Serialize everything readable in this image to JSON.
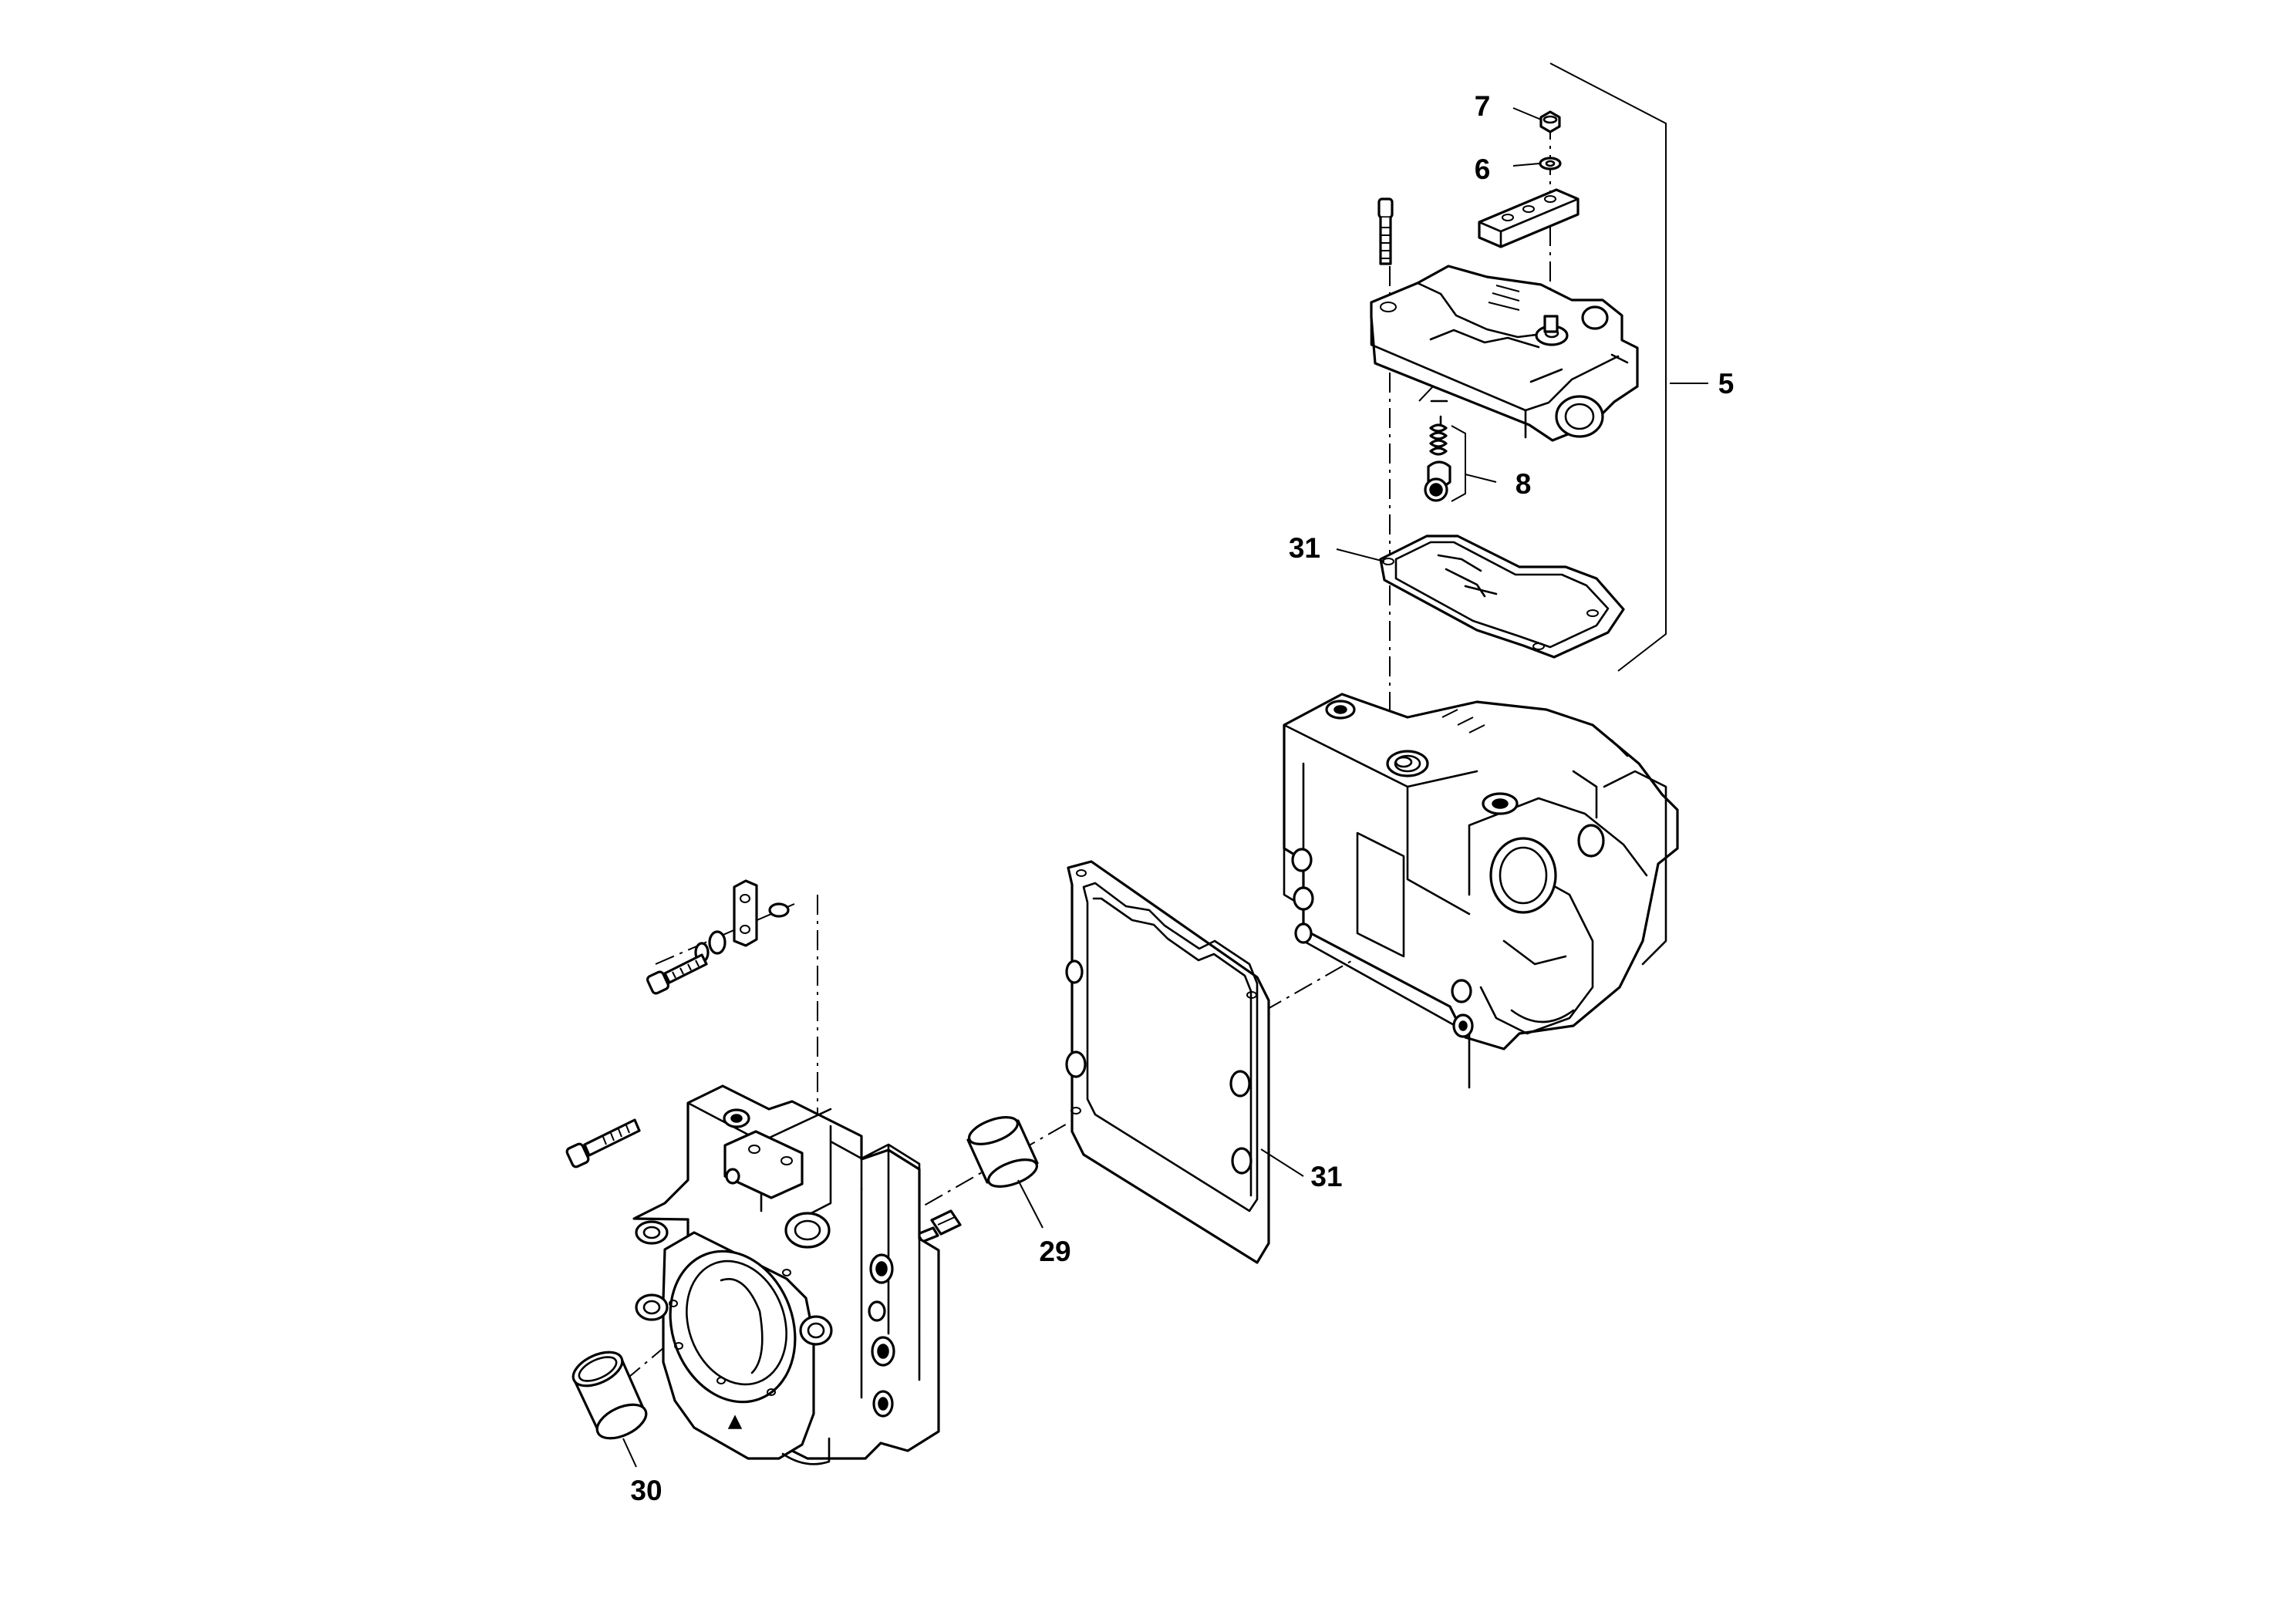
{
  "diagram": {
    "callouts": [
      {
        "id": "7",
        "label": "7"
      },
      {
        "id": "6",
        "label": "6"
      },
      {
        "id": "5",
        "label": "5"
      },
      {
        "id": "8",
        "label": "8"
      },
      {
        "id": "31a",
        "label": "31"
      },
      {
        "id": "31b",
        "label": "31"
      },
      {
        "id": "29",
        "label": "29"
      },
      {
        "id": "30",
        "label": "30"
      }
    ]
  }
}
